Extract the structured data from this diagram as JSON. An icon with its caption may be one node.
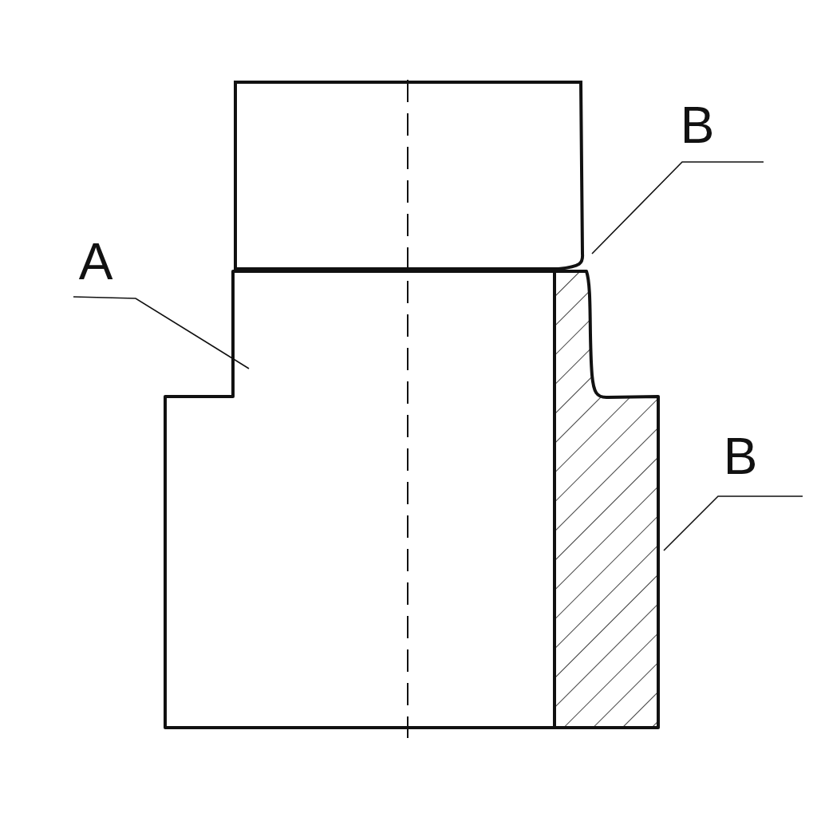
{
  "diagram": {
    "nodes": [
      {
        "text": [
          "A"
        ]
      },
      {
        "text": [
          "B"
        ]
      },
      {
        "text": [
          "B"
        ]
      }
    ],
    "edges": [
      {
        "from": 0,
        "to": null,
        "arrow": "none"
      },
      {
        "from": 1,
        "to": null,
        "arrow": "none"
      },
      {
        "from": 2,
        "to": null,
        "arrow": "none"
      }
    ]
  }
}
